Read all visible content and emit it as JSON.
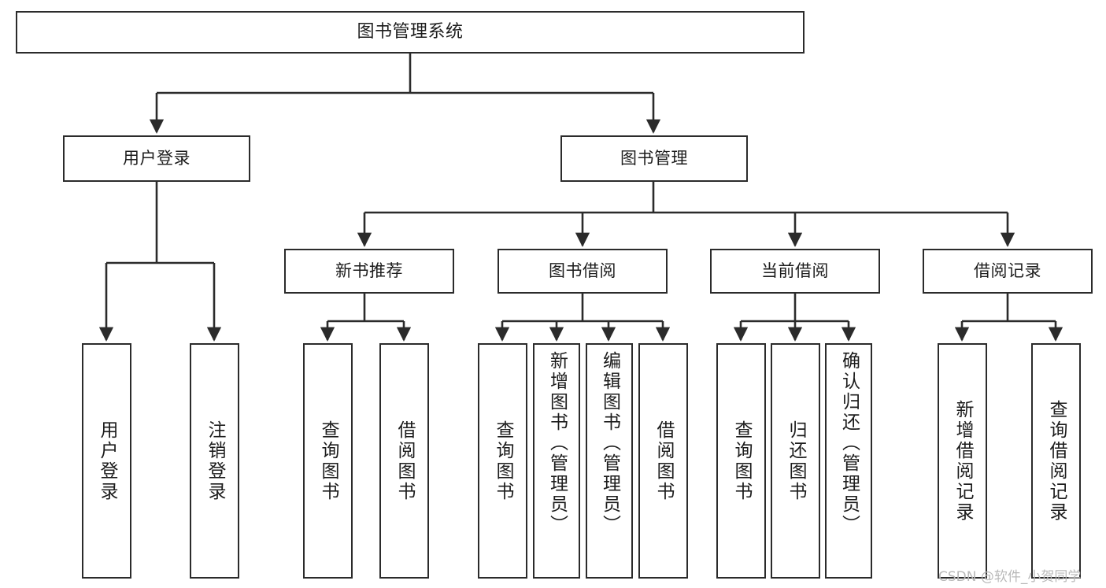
{
  "diagram": {
    "title": "图书管理系统",
    "type": "tree",
    "colors": {
      "box_border": "#2b2b2b",
      "box_fill": "#ffffff",
      "connector": "#2b2b2b",
      "text": "#1c1c1c",
      "watermark": "#b9b9b9",
      "background": "#ffffff"
    },
    "root": {
      "id": "root",
      "label": "图书管理系统",
      "orientation": "horizontal"
    },
    "level2": [
      {
        "id": "user-login",
        "label": "用户登录",
        "orientation": "horizontal"
      },
      {
        "id": "book-management",
        "label": "图书管理",
        "orientation": "horizontal"
      }
    ],
    "level3": [
      {
        "id": "new-book-recommend",
        "label": "新书推荐",
        "parent": "book-management",
        "orientation": "horizontal"
      },
      {
        "id": "book-borrow",
        "label": "图书借阅",
        "parent": "book-management",
        "orientation": "horizontal"
      },
      {
        "id": "current-borrow",
        "label": "当前借阅",
        "parent": "book-management",
        "orientation": "horizontal"
      },
      {
        "id": "borrow-record",
        "label": "借阅记录",
        "parent": "book-management",
        "orientation": "horizontal"
      }
    ],
    "leaves": [
      {
        "id": "leaf-user-login",
        "label": "用户登录",
        "parent": "user-login",
        "orientation": "vertical"
      },
      {
        "id": "leaf-logout",
        "label": "注销登录",
        "parent": "user-login",
        "orientation": "vertical"
      },
      {
        "id": "leaf-query-book-1",
        "label": "查询图书",
        "parent": "new-book-recommend",
        "orientation": "vertical"
      },
      {
        "id": "leaf-borrow-book-1",
        "label": "借阅图书",
        "parent": "new-book-recommend",
        "orientation": "vertical"
      },
      {
        "id": "leaf-query-book-2",
        "label": "查询图书",
        "parent": "book-borrow",
        "orientation": "vertical"
      },
      {
        "id": "leaf-add-book",
        "label": "新增图书（管理员）",
        "parent": "book-borrow",
        "orientation": "vertical"
      },
      {
        "id": "leaf-edit-book",
        "label": "编辑图书（管理员）",
        "parent": "book-borrow",
        "orientation": "vertical"
      },
      {
        "id": "leaf-borrow-book-2",
        "label": "借阅图书",
        "parent": "book-borrow",
        "orientation": "vertical"
      },
      {
        "id": "leaf-query-book-3",
        "label": "查询图书",
        "parent": "current-borrow",
        "orientation": "vertical"
      },
      {
        "id": "leaf-return-book",
        "label": "归还图书",
        "parent": "current-borrow",
        "orientation": "vertical"
      },
      {
        "id": "leaf-confirm-return",
        "label": "确认归还（管理员）",
        "parent": "current-borrow",
        "orientation": "vertical"
      },
      {
        "id": "leaf-add-record",
        "label": "新增借阅记录",
        "parent": "borrow-record",
        "orientation": "vertical"
      },
      {
        "id": "leaf-query-record",
        "label": "查询借阅记录",
        "parent": "borrow-record",
        "orientation": "vertical"
      }
    ],
    "watermark": "CSDN @软件_小贺同学"
  }
}
